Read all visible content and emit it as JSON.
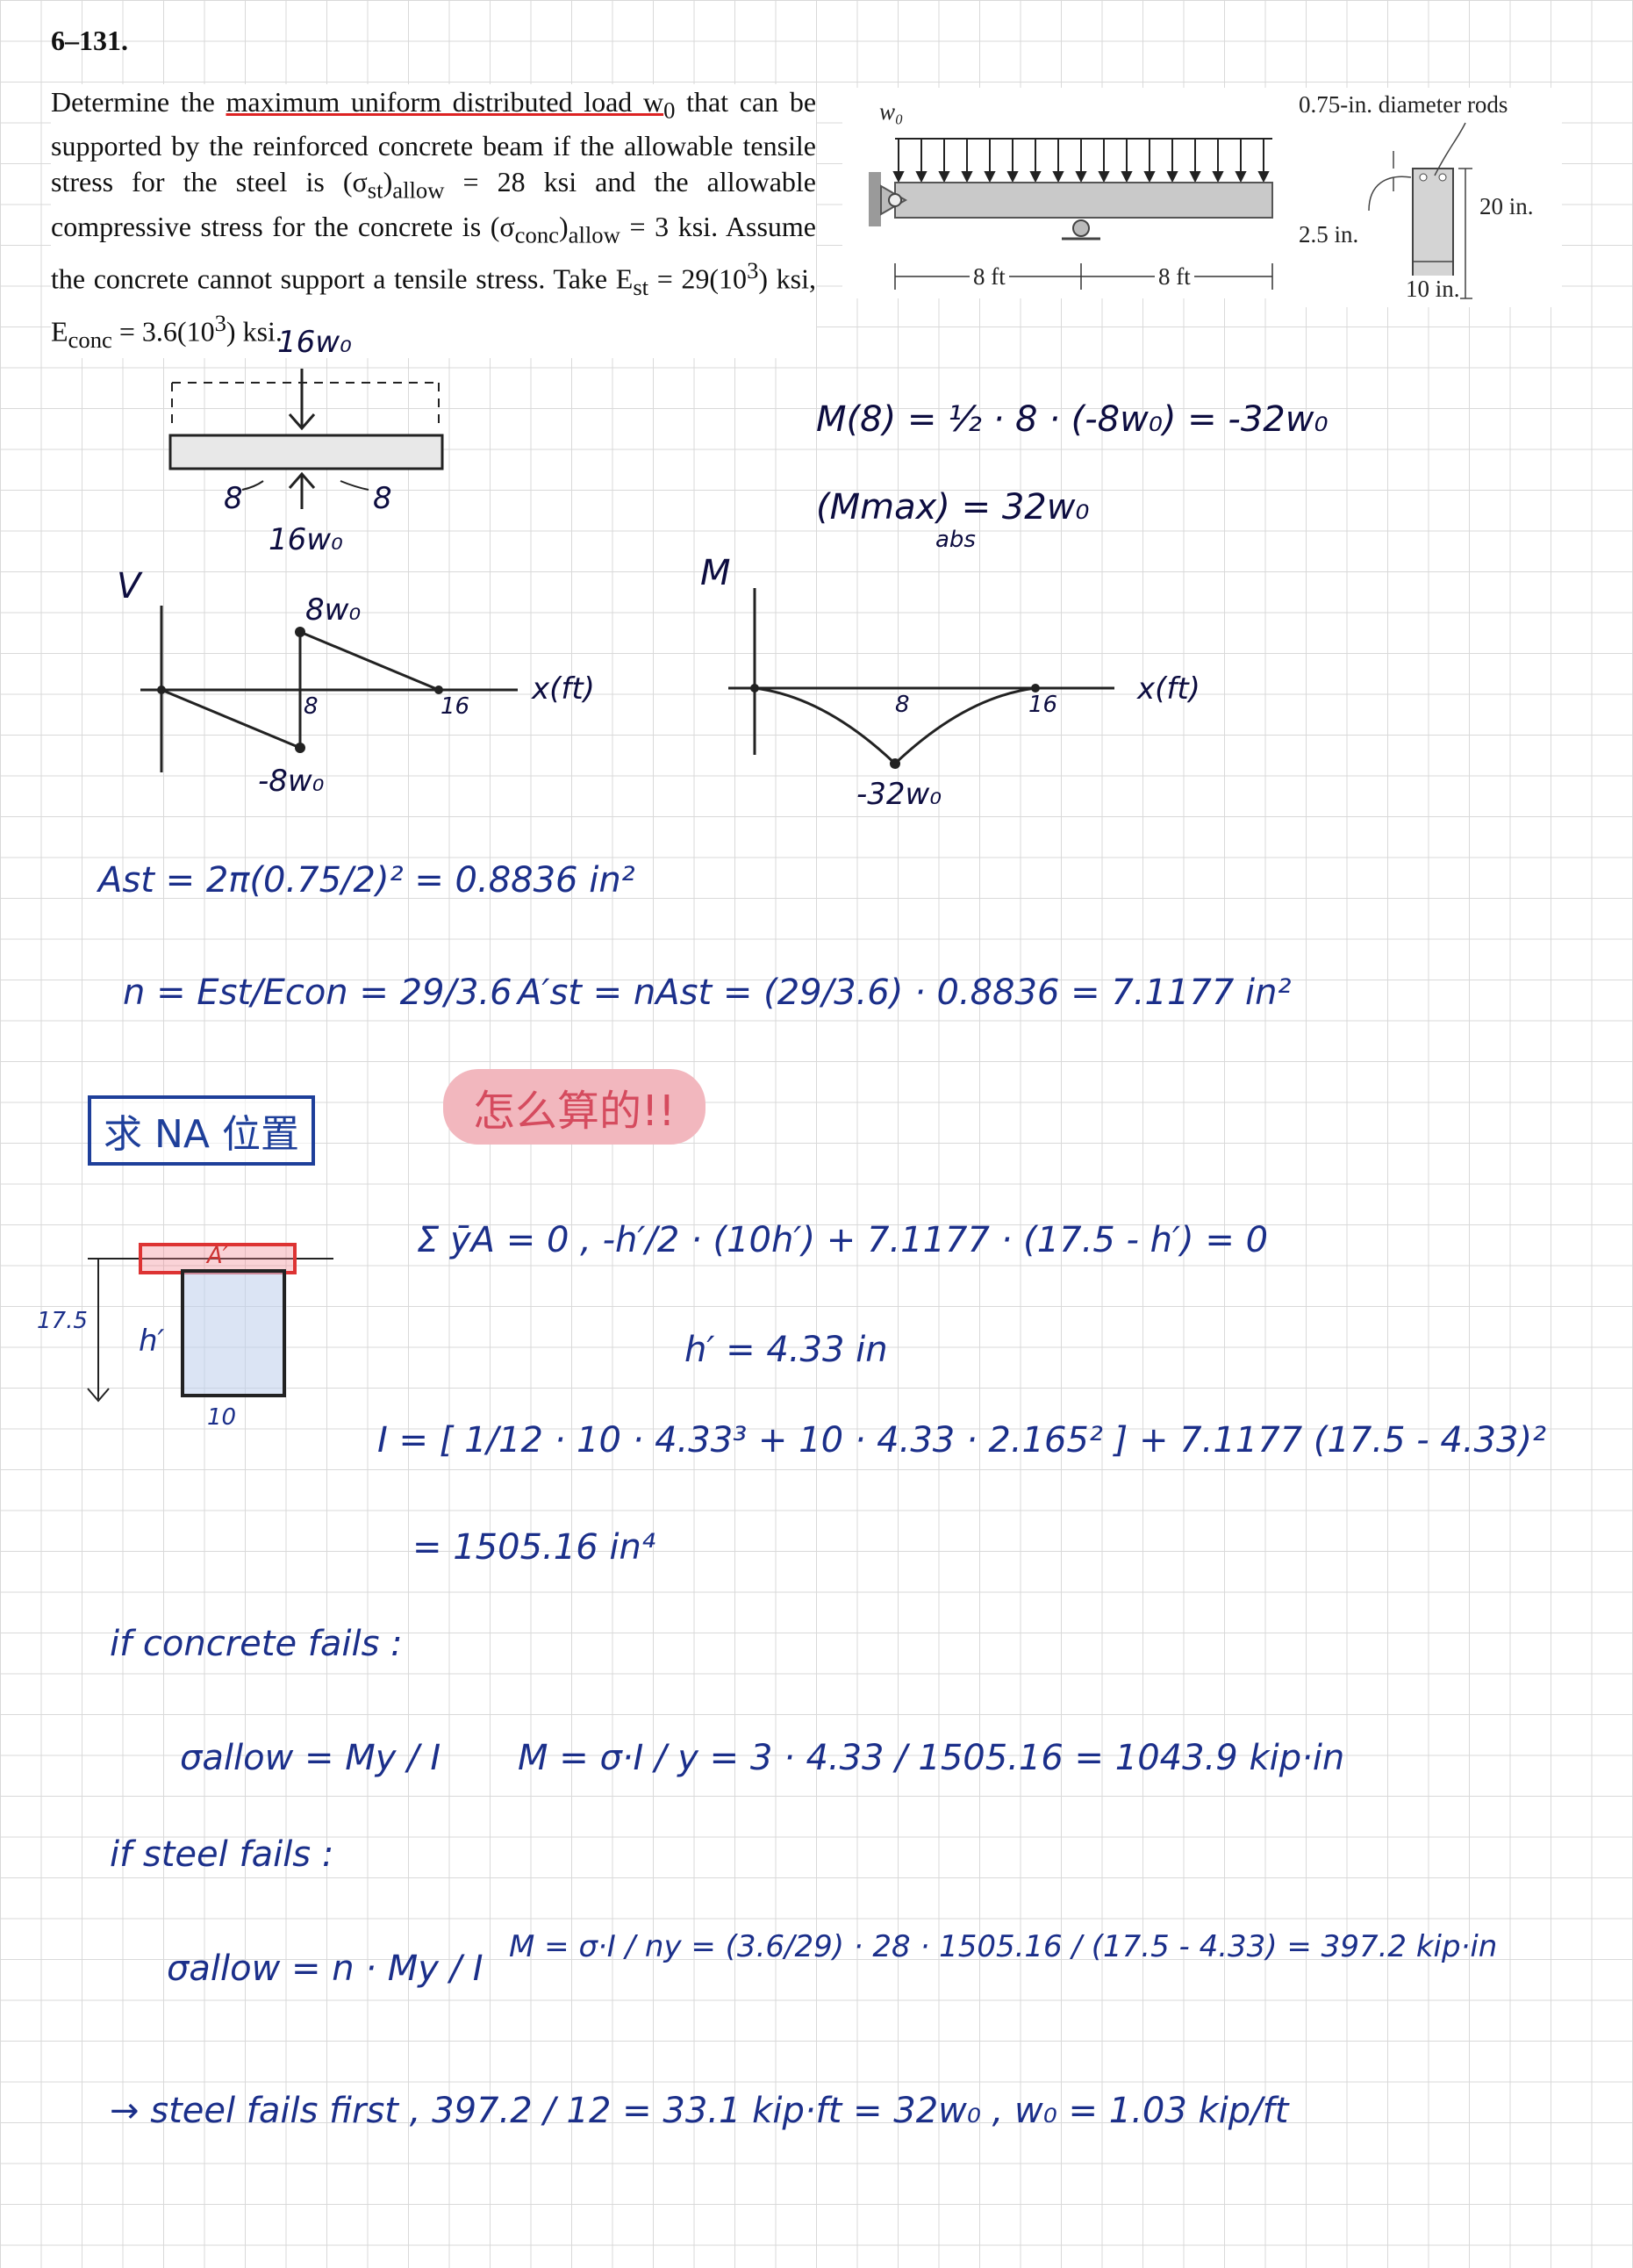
{
  "problem": {
    "number": "6–131.",
    "statement_parts": {
      "intro": "Determine the ",
      "underlined": "maximum uniform distributed load w",
      "underlined_sub": "0",
      "rest1": " that can be supported by the reinforced concrete beam if the allowable tensile stress for the steel is (σ",
      "st_sub": "st",
      "allow1": "allow",
      "rest2": " = 28 ksi and the allowable compressive stress for the concrete is (σ",
      "conc_sub": "conc",
      "allow2": "allow",
      "rest3": " = 3 ksi. Assume the concrete cannot support a tensile stress. Take E",
      "est_sub": "st",
      "rest4": " = 29(10",
      "exp1": "3",
      "rest5": ") ksi, E",
      "econc_sub": "conc",
      "rest6": " = 3.6(10",
      "exp2": "3",
      "rest7": ") ksi."
    }
  },
  "figure": {
    "load_label": "w₀",
    "span_left": "8 ft",
    "span_right": "8 ft",
    "rods_label": "0.75-in. diameter rods",
    "cover_label": "2.5 in.",
    "height_label": "20 in.",
    "width_label": "10 in."
  },
  "fbd": {
    "resultant_top": "16w₀",
    "left_span": "8",
    "right_span": "8",
    "reaction_bottom": "16w₀"
  },
  "shear_diagram": {
    "axis_label": "V",
    "x_label": "x(ft)",
    "peak_pos": "8w₀",
    "peak_neg": "-8w₀",
    "tick_8": "8",
    "tick_16": "16"
  },
  "moment_diagram": {
    "axis_label": "M",
    "x_label": "x(ft)",
    "tick_8": "8",
    "tick_16": "16",
    "min_label": "-32w₀"
  },
  "moment_calc": {
    "line1": "M(8) = ½ · 8 · (-8w₀) = -32w₀",
    "line2": "(Mmax) = 32w₀",
    "line2_sub": "abs"
  },
  "calc": {
    "ast": "Ast = 2π(0.75/2)² = 0.8836 in²",
    "n": "n = Est/Econ = 29/3.6",
    "ast_prime": "A′st = nAst = (29/3.6) · 0.8836 = 7.1177 in²",
    "na_box": "求 NA 位置",
    "note_highlight": "怎么算的!!",
    "sum_eq": "Σ ȳA = 0 ,   -h′/2 · (10h′) + 7.1177 · (17.5 - h′) = 0",
    "h_result": "h′ = 4.33 in",
    "I_eq": "I = [ 1/12 · 10 · 4.33³ + 10 · 4.33 · 2.165² ] + 7.1177 (17.5 - 4.33)²",
    "I_result": "= 1505.16 in⁴",
    "concrete_title": "if concrete fails :",
    "concrete_eq1": "σallow = My / I",
    "concrete_eq2": "M = σ·I / y = 3 · 4.33 / 1505.16 = 1043.9 kip·in",
    "steel_title": "if steel fails :",
    "steel_eq1": "σallow = n · My / I",
    "steel_eq2": "M = σ·I / ny = (3.6/29) · 28 · 1505.16 / (17.5 - 4.33) = 397.2 kip·in",
    "final": "→ steel fails first ,   397.2 / 12 = 33.1 kip·ft = 32w₀ ,   w₀ = 1.03 kip/ft"
  },
  "section_sketch": {
    "depth_label": "17.5",
    "h_label": "h′",
    "A_label": "A′",
    "width_label": "10"
  }
}
